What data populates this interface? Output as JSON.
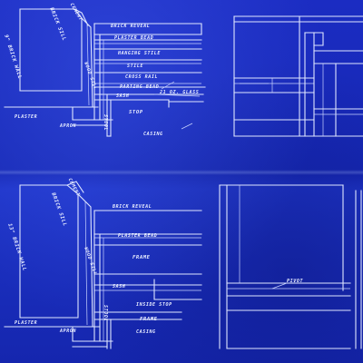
{
  "upper": {
    "brick_sill": "BRICK SILL",
    "cement": "CEMENT",
    "wall": "9\" BRICK WALL",
    "brick_reveal": "BRICK REVEAL",
    "plaster_bead": "PLASTER BEAD",
    "hanging_stile": "HANGING STILE",
    "stile": "STILE",
    "wood_sill": "WOOD SILL",
    "cross_rail": "CROSS RAIL",
    "parting_bead": "PARTING BEAD",
    "sash": "SASH",
    "glass": "21 OZ. GLASS",
    "stop": "STOP",
    "stool": "STOOL",
    "plaster": "PLASTER",
    "apron": "APRON",
    "casing": "CASING"
  },
  "lower": {
    "cement": "CEMENT",
    "brick_sill": "BRICK SILL",
    "wall": "13\" BRICK WALL",
    "brick_reveal": "BRICK REVEAL",
    "plaster_bead": "PLASTER BEAD",
    "frame": "FRAME",
    "wood_sill": "WOOD SILL",
    "sash": "SASH",
    "inside_stop": "INSIDE STOP",
    "stool": "STOOL",
    "frame2": "FRAME",
    "plaster": "PLASTER",
    "apron": "APRON",
    "casing": "CASING",
    "pivot": "PIVOT"
  }
}
